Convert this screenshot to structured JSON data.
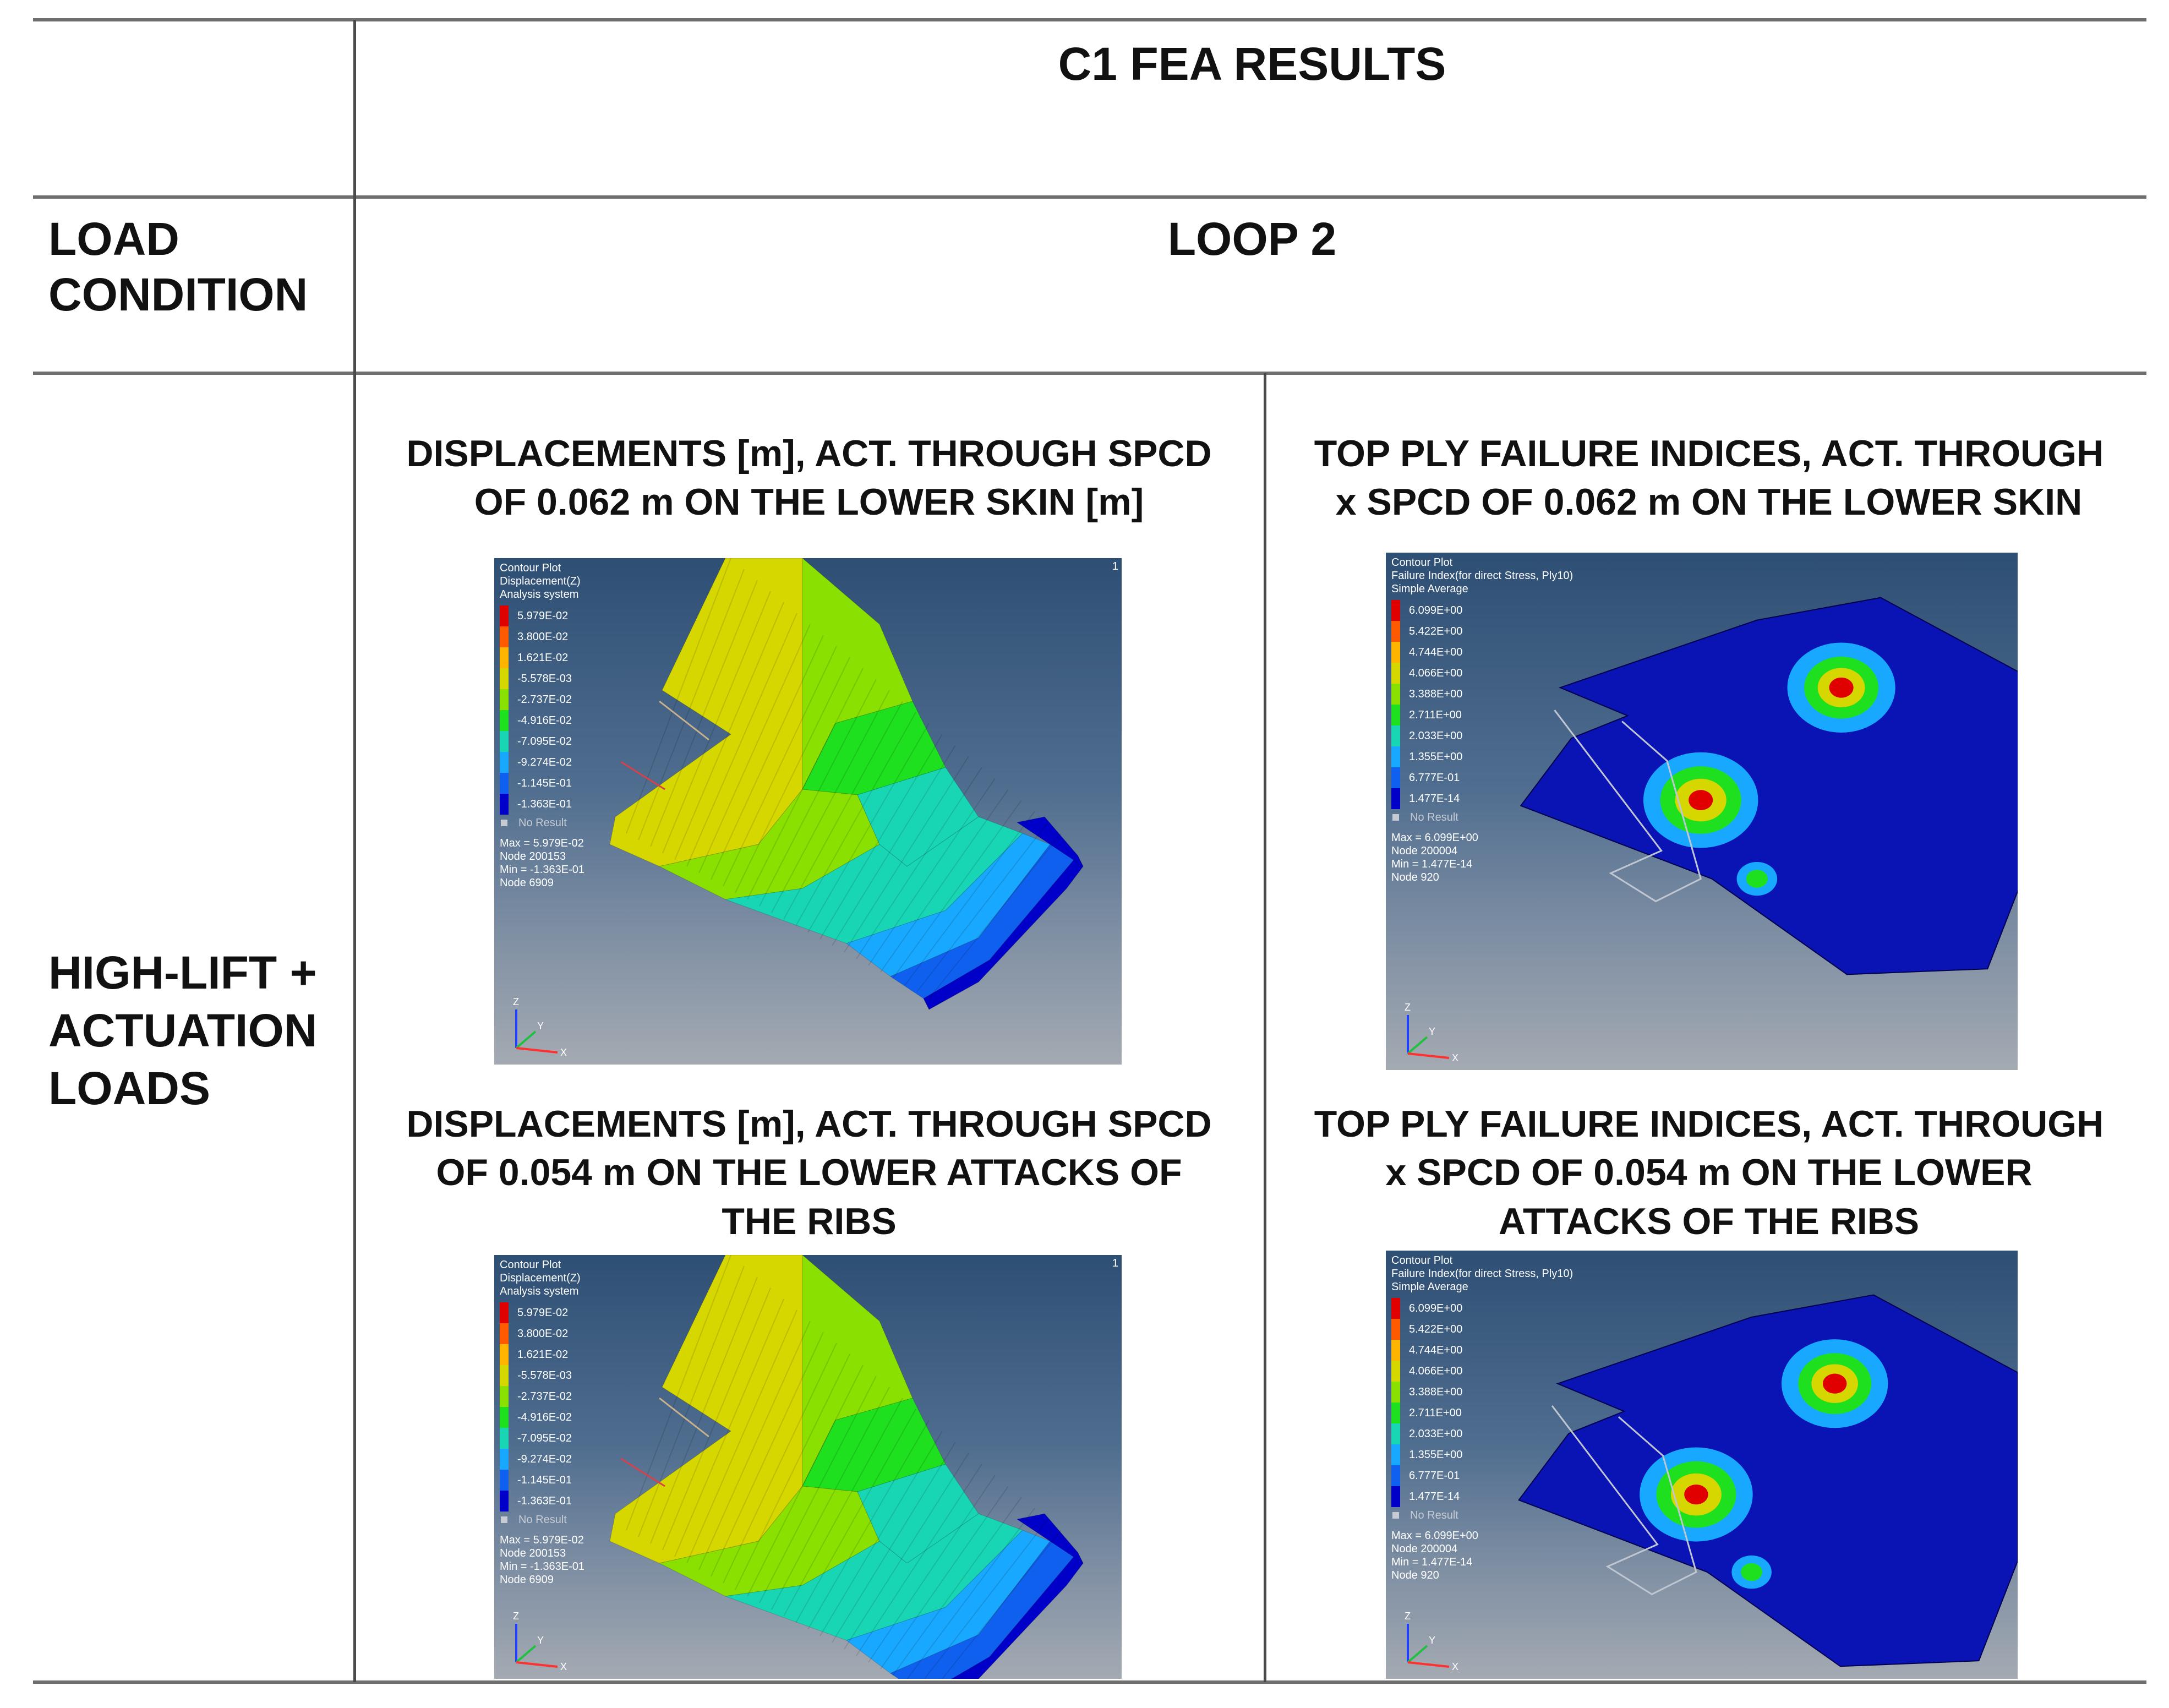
{
  "table": {
    "title": "C1 FEA RESULTS",
    "load_condition_header": "LOAD CONDITION",
    "loop_header": "LOOP 2",
    "row_label": "HIGH-LIFT + ACTUATION LOADS"
  },
  "panels": [
    {
      "caption_line1": "DISPLACEMENTS [m], ACT. THROUGH SPCD",
      "caption_line2": "OF 0.062 m ON THE LOWER SKIN [m]",
      "caption_line3": "",
      "plot": {
        "header": [
          "Contour Plot",
          "Displacement(Z)",
          "Analysis system"
        ],
        "legend_values": [
          "5.979E-02",
          "3.800E-02",
          "1.621E-02",
          "-5.578E-03",
          "-2.737E-02",
          "-4.916E-02",
          "-7.095E-02",
          "-9.274E-02",
          "-1.145E-01",
          "-1.363E-01"
        ],
        "no_result": "No Result",
        "max": "Max = 5.979E-02",
        "max_node": "Node 200153",
        "min": "Min = -1.363E-01",
        "min_node": "Node 6909",
        "corner": "1"
      }
    },
    {
      "caption_line1": "TOP PLY FAILURE INDICES, ACT. THROUGH",
      "caption_line2": "x SPCD OF 0.062 m ON THE LOWER SKIN",
      "caption_line3": "",
      "plot": {
        "header": [
          "Contour Plot",
          "Failure Index(for direct Stress, Ply10)",
          "Simple Average"
        ],
        "legend_values": [
          "6.099E+00",
          "5.422E+00",
          "4.744E+00",
          "4.066E+00",
          "3.388E+00",
          "2.711E+00",
          "2.033E+00",
          "1.355E+00",
          "6.777E-01",
          "1.477E-14"
        ],
        "no_result": "No Result",
        "max": "Max = 6.099E+00",
        "max_node": "Node 200004",
        "min": "Min = 1.477E-14",
        "min_node": "Node 920",
        "corner": ""
      }
    },
    {
      "caption_line1": "DISPLACEMENTS [m], ACT. THROUGH SPCD",
      "caption_line2": "OF 0.054 m ON THE LOWER ATTACKS OF",
      "caption_line3": "THE RIBS",
      "plot": {
        "header": [
          "Contour Plot",
          "Displacement(Z)",
          "Analysis system"
        ],
        "legend_values": [
          "5.979E-02",
          "3.800E-02",
          "1.621E-02",
          "-5.578E-03",
          "-2.737E-02",
          "-4.916E-02",
          "-7.095E-02",
          "-9.274E-02",
          "-1.145E-01",
          "-1.363E-01"
        ],
        "no_result": "No Result",
        "max": "Max = 5.979E-02",
        "max_node": "Node 200153",
        "min": "Min = -1.363E-01",
        "min_node": "Node 6909",
        "corner": "1"
      }
    },
    {
      "caption_line1": "TOP PLY FAILURE INDICES, ACT. THROUGH",
      "caption_line2": "x SPCD OF 0.054 m ON THE LOWER",
      "caption_line3": "ATTACKS OF THE RIBS",
      "plot": {
        "header": [
          "Contour Plot",
          "Failure Index(for direct Stress, Ply10)",
          "Simple Average"
        ],
        "legend_values": [
          "6.099E+00",
          "5.422E+00",
          "4.744E+00",
          "4.066E+00",
          "3.388E+00",
          "2.711E+00",
          "2.033E+00",
          "1.355E+00",
          "6.777E-01",
          "1.477E-14"
        ],
        "no_result": "No Result",
        "max": "Max = 6.099E+00",
        "max_node": "Node 200004",
        "min": "Min = 1.477E-14",
        "min_node": "Node 920",
        "corner": ""
      }
    }
  ],
  "axes": {
    "z": "Z",
    "y": "Y",
    "x": "X"
  },
  "colors": {
    "legend_scale": [
      "#e00000",
      "#ff5a00",
      "#ffb400",
      "#d6d600",
      "#8ae000",
      "#1ee01e",
      "#18d6b4",
      "#18a8ff",
      "#1060f0",
      "#0000c8"
    ],
    "mesh_blue": "#0a14b4"
  }
}
